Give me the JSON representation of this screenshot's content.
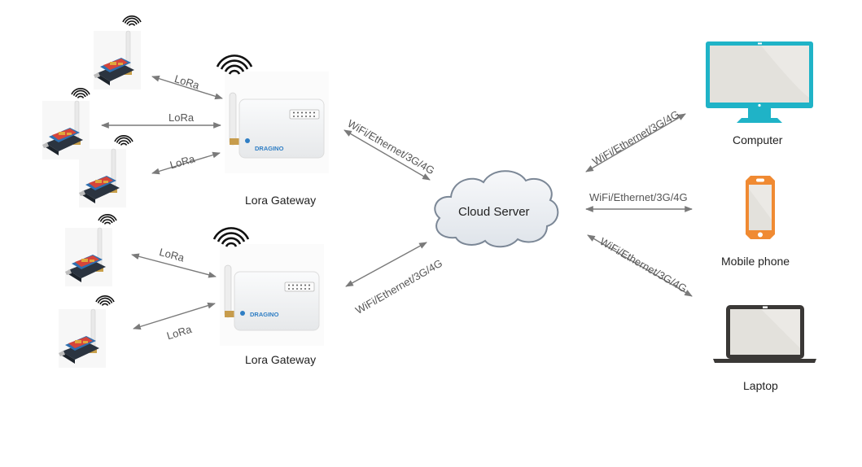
{
  "diagram": {
    "title": "",
    "colors": {
      "arrow": "#7a7a7a",
      "computer_frame": "#1fb3c7",
      "phone_frame": "#f08a32",
      "laptop_frame": "#3a3836",
      "screen_fill": "#e3e1dc",
      "cloud_fill": "#eef1f4",
      "cloud_stroke": "#7b8796",
      "gateway_body": "#f4f5f6",
      "gateway_brand": "#2f7ec4"
    },
    "nodes": [
      {
        "id": "node-1",
        "type": "lora-end-node",
        "icon": "arduino-lora-board-icon",
        "signal_icon": "wifi-signal-icon"
      },
      {
        "id": "node-2",
        "type": "lora-end-node",
        "icon": "arduino-lora-board-icon",
        "signal_icon": "wifi-signal-icon"
      },
      {
        "id": "node-3",
        "type": "lora-end-node",
        "icon": "arduino-lora-board-icon",
        "signal_icon": "wifi-signal-icon"
      },
      {
        "id": "node-4",
        "type": "lora-end-node",
        "icon": "arduino-lora-board-icon",
        "signal_icon": "wifi-signal-icon"
      },
      {
        "id": "node-5",
        "type": "lora-end-node",
        "icon": "arduino-lora-board-icon",
        "signal_icon": "wifi-signal-icon"
      }
    ],
    "gateways": [
      {
        "id": "gateway-1",
        "label": "Lora Gateway",
        "brand": "DRAGINO",
        "icon": "router-icon"
      },
      {
        "id": "gateway-2",
        "label": "Lora Gateway",
        "brand": "DRAGINO",
        "icon": "router-icon"
      }
    ],
    "server": {
      "label": "Cloud Server",
      "icon": "cloud-icon"
    },
    "clients": [
      {
        "id": "computer",
        "label": "Computer",
        "icon": "desktop-monitor-icon"
      },
      {
        "id": "mobile",
        "label": "Mobile phone",
        "icon": "smartphone-icon"
      },
      {
        "id": "laptop",
        "label": "Laptop",
        "icon": "laptop-icon"
      }
    ],
    "links": [
      {
        "from": "node-1",
        "to": "gateway-1",
        "label": "LoRa",
        "bidirectional": true
      },
      {
        "from": "node-2",
        "to": "gateway-1",
        "label": "LoRa",
        "bidirectional": true
      },
      {
        "from": "node-3",
        "to": "gateway-1",
        "label": "LoRa",
        "bidirectional": true
      },
      {
        "from": "node-4",
        "to": "gateway-2",
        "label": "LoRa",
        "bidirectional": true
      },
      {
        "from": "node-5",
        "to": "gateway-2",
        "label": "LoRa",
        "bidirectional": true
      },
      {
        "from": "gateway-1",
        "to": "server",
        "label": "WiFi/Ethernet/3G/4G",
        "bidirectional": true
      },
      {
        "from": "gateway-2",
        "to": "server",
        "label": "WiFi/Ethernet/3G/4G",
        "bidirectional": true
      },
      {
        "from": "server",
        "to": "computer",
        "label": "WiFi/Ethernet/3G/4G",
        "bidirectional": true
      },
      {
        "from": "server",
        "to": "mobile",
        "label": "WiFi/Ethernet/3G/4G",
        "bidirectional": true
      },
      {
        "from": "server",
        "to": "laptop",
        "label": "WiFi/Ethernet/3G/4G",
        "bidirectional": true
      }
    ]
  }
}
